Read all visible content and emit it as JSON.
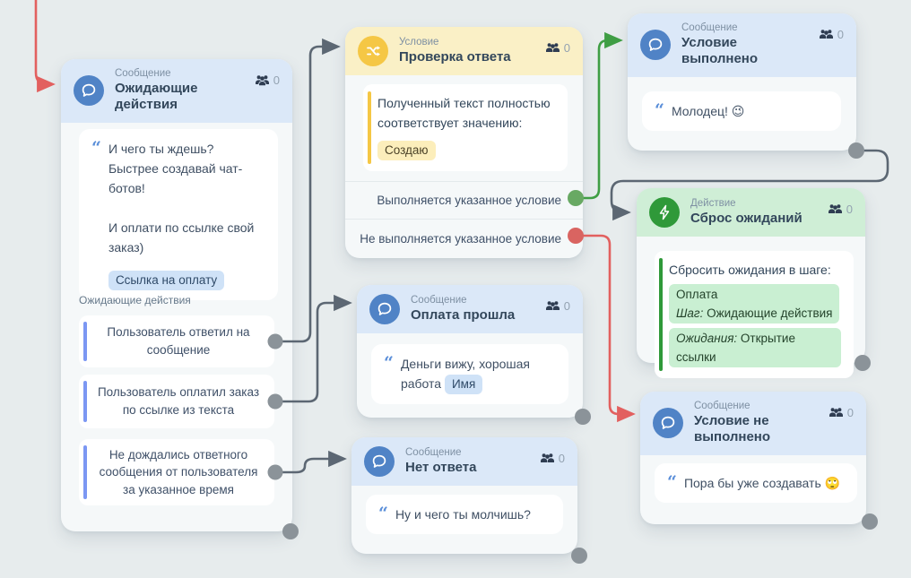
{
  "colors": {
    "canvas_bg": "#e7eced",
    "message_accent": "#5083c6",
    "message_header": "#dbe8f8",
    "condition_accent": "#f5c745",
    "condition_header": "#faf0c6",
    "action_accent": "#2f9939",
    "action_header": "#cfeed6",
    "connector_gray": "#5c6773",
    "connector_green": "#3f9e44",
    "connector_red": "#e2605f",
    "chip_blue": "#cfe2f7",
    "chip_yellow": "#fceebb",
    "chip_green": "#c9efd2",
    "wait_item_bar": "#7b97f3"
  },
  "nodes": {
    "waiting": {
      "icon": "chat-bubble-icon",
      "type_label": "Сообщение",
      "title": "Ожидающие действия",
      "count": "0",
      "message_p1": "И чего ты ждешь? Быстрее создавай чат-ботов!",
      "message_p2": "И оплати по ссылке свой заказ)",
      "message_chip": "Ссылка на оплату",
      "section_label": "Ожидающие действия",
      "items": [
        "Пользователь ответил на сообщение",
        "Пользователь оплатил заказ по ссылке из текста",
        "Не дождались ответного сообщения от пользователя за указанное время"
      ]
    },
    "condition": {
      "icon": "shuffle-icon",
      "type_label": "Условие",
      "title": "Проверка ответа",
      "count": "0",
      "rule_text": "Полученный текст полностью соответствует значению:",
      "rule_value": "Создаю",
      "branch_true": "Выполняется указанное условие",
      "branch_false": "Не выполняется указанное условие"
    },
    "condition_met": {
      "icon": "chat-bubble-icon",
      "type_label": "Сообщение",
      "title": "Условие выполнено",
      "count": "0",
      "message": "Молодец! 😉"
    },
    "reset": {
      "icon": "lightning-icon",
      "type_label": "Действие",
      "title": "Сброс ожиданий",
      "count": "0",
      "text": "Сбросить ожидания в шаге:",
      "chip1_line1": "Оплата",
      "chip1_label": "Шаг:",
      "chip1_value": " Ожидающие действия",
      "chip2_label": "Ожидания:",
      "chip2_value": " Открытие ссылки"
    },
    "paid": {
      "icon": "chat-bubble-icon",
      "type_label": "Сообщение",
      "title": "Оплата прошла",
      "count": "0",
      "message": "Деньги вижу, хорошая работа",
      "message_chip": "Имя"
    },
    "no_reply": {
      "icon": "chat-bubble-icon",
      "type_label": "Сообщение",
      "title": "Нет ответа",
      "count": "0",
      "message": "Ну и чего ты молчишь?"
    },
    "condition_not_met": {
      "icon": "chat-bubble-icon",
      "type_label": "Сообщение",
      "title": "Условие не выполнено",
      "count": "0",
      "message": "Пора бы уже создавать 🙄"
    }
  }
}
